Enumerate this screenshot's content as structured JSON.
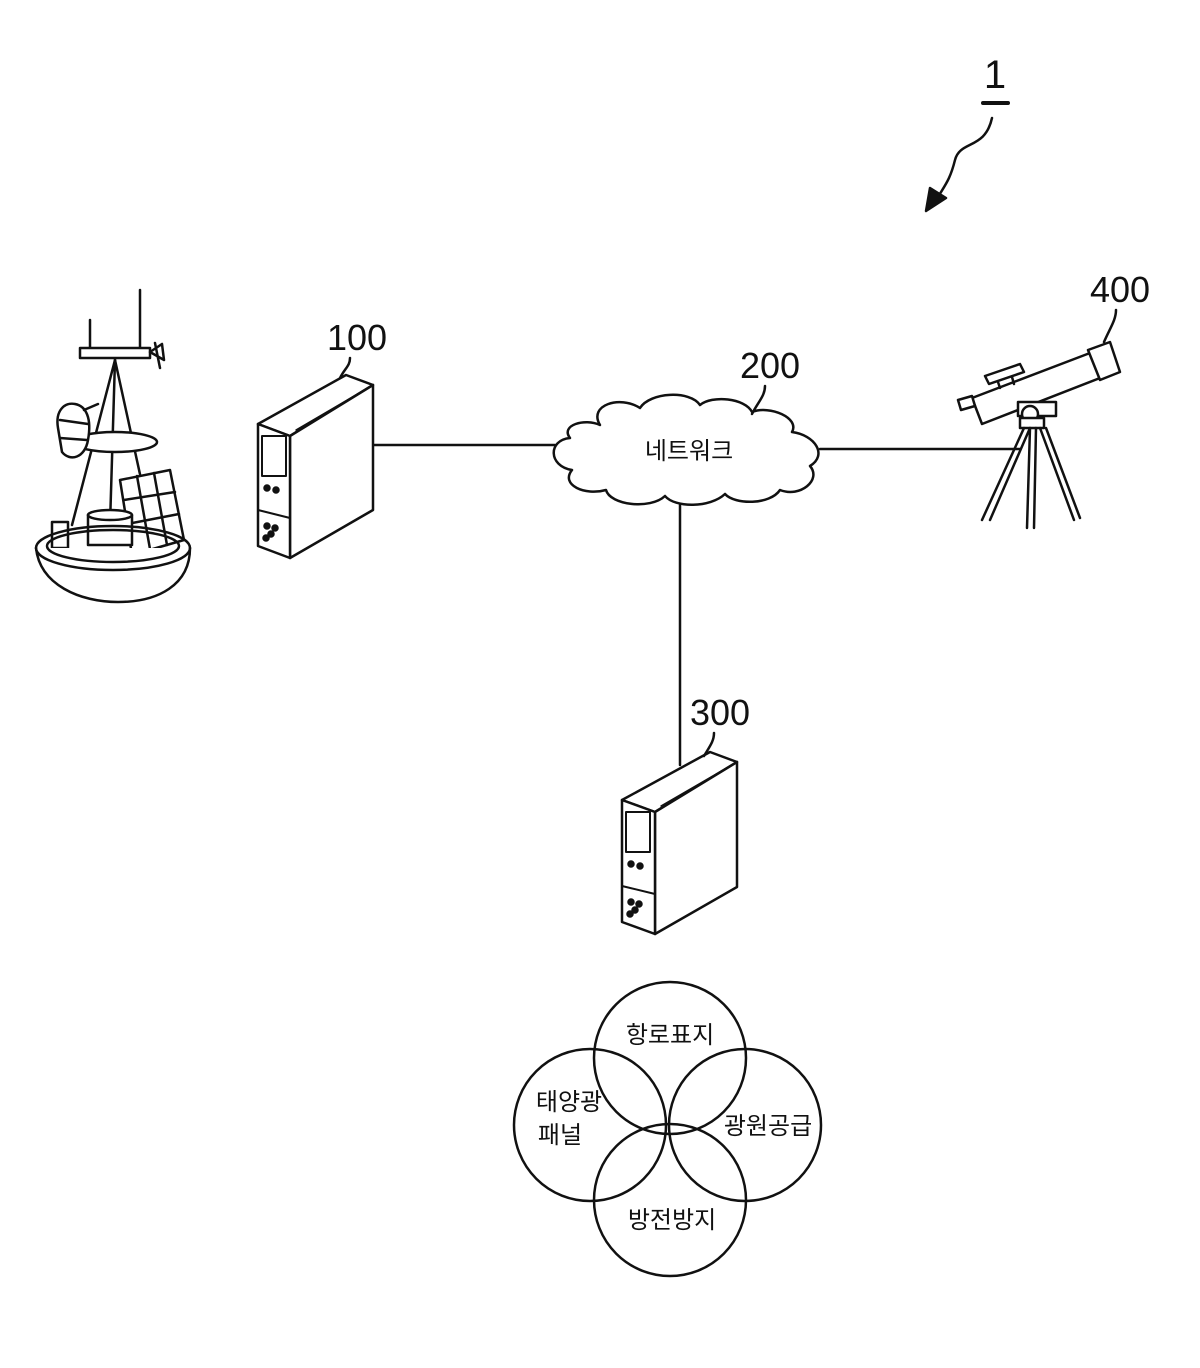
{
  "figure_ref": "1",
  "nodes": {
    "server_top": {
      "ref": "100"
    },
    "network": {
      "ref": "200",
      "label": "네트워크"
    },
    "server_bottom": {
      "ref": "300"
    },
    "telescope": {
      "ref": "400"
    }
  },
  "venn": {
    "top": "항로표지",
    "left": [
      "태양광",
      "패널"
    ],
    "right": "광원공급",
    "bottom": "방전방지"
  }
}
